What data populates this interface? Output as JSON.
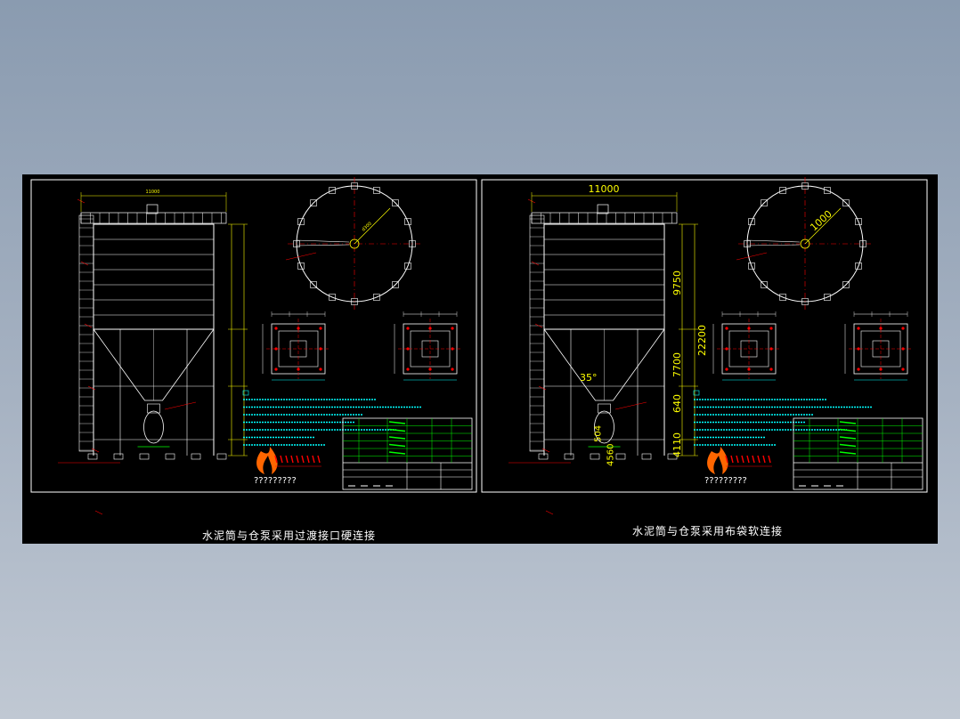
{
  "colors": {
    "background": "#000000",
    "frame": "#ffffff",
    "structure": "#ffffff",
    "dimension": "#ffff00",
    "centerline": "#ff0000",
    "notes": "#00ffff",
    "titleblock": "#00ff00",
    "logo": "#ff6600"
  },
  "sheets": [
    {
      "id": "left",
      "caption": "水泥筒与仓泵采用过渡接口硬连接",
      "dims": {
        "width": "11000",
        "radius": "d300"
      },
      "titleblock_text": "?????????",
      "logo_text": "?????????"
    },
    {
      "id": "right",
      "caption": "水泥筒与仓泵采用布袋软连接",
      "dims": {
        "width": "11000",
        "radius": "1000",
        "height_total": "22200",
        "height_upper": "9750",
        "height_mid": "7700",
        "height_lower": "640",
        "height_base": "4110",
        "angle": "35°",
        "pump_a": "504",
        "pump_b": "4560"
      },
      "titleblock_text": "?????????",
      "logo_text": "?????????"
    }
  ]
}
